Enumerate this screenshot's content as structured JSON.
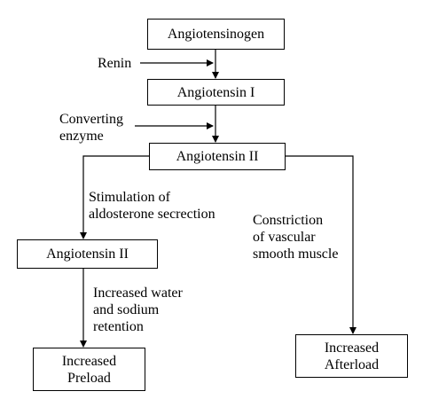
{
  "nodes": {
    "angiotensinogen": "Angiotensinogen",
    "angiotensin_1": "Angiotensin I",
    "angiotensin_2_main": "Angiotensin II",
    "angiotensin_2_left": "Angiotensin II",
    "increased_preload": "Increased\nPreload",
    "increased_afterload": "Increased\nAfterload"
  },
  "labels": {
    "renin": "Renin",
    "converting_enzyme": "Converting\nenzyme",
    "aldosterone": "Stimulation of\naldosterone secrection",
    "water_sodium": "Increased water\nand sodium\nretention",
    "vascular": "Constriction\nof vascular\nsmooth muscle"
  }
}
